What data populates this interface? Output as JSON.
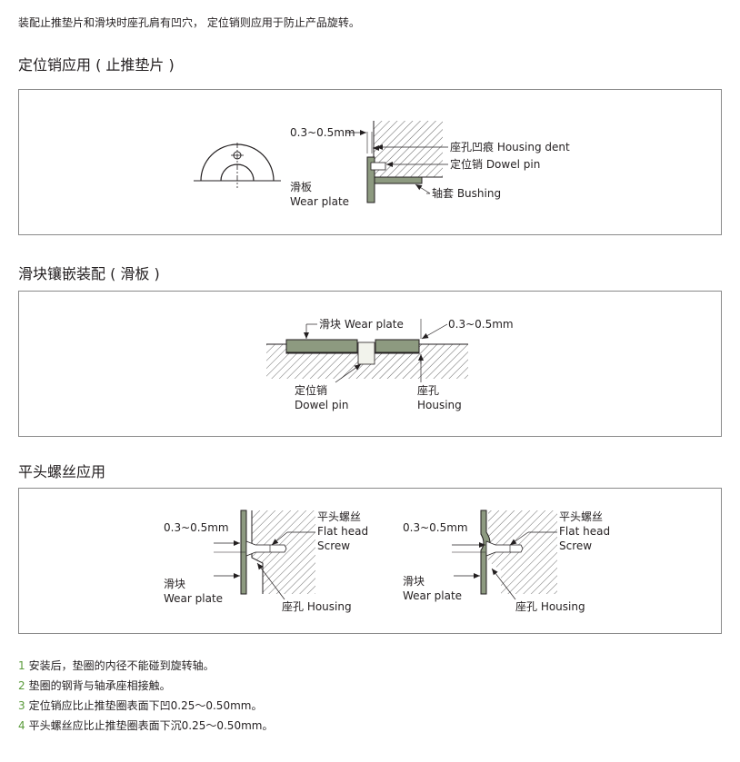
{
  "intro": "装配止推垫片和滑块时座孔肩有凹穴， 定位销则应用于防止产品旋转。",
  "sections": [
    {
      "title": "定位销应用 ( 止推垫片 )",
      "labels": {
        "gap": "0.3~0.5mm",
        "housing_dent": "座孔凹痕 Housing dent",
        "dowel_pin": "定位销 Dowel pin",
        "bushing": "轴套 Bushing",
        "wear_plate_cn": "滑板",
        "wear_plate_en": "Wear plate"
      }
    },
    {
      "title": "滑块镶嵌装配 ( 滑板 )",
      "labels": {
        "wear_plate": "滑块 Wear plate",
        "gap": "0.3~0.5mm",
        "dowel_pin_cn": "定位销",
        "dowel_pin_en": "Dowel pin",
        "housing_cn": "座孔",
        "housing_en": "Housing"
      }
    },
    {
      "title": "平头螺丝应用",
      "left": {
        "gap": "0.3~0.5mm",
        "screw_cn": "平头螺丝",
        "screw_en1": "Flat head",
        "screw_en2": "Screw",
        "wear_plate_cn": "滑块",
        "wear_plate_en": "Wear plate",
        "housing": "座孔 Housing"
      },
      "right": {
        "gap": "0.3~0.5mm",
        "screw_cn": "平头螺丝",
        "screw_en1": "Flat head",
        "screw_en2": "Screw",
        "wear_plate_cn": "滑块",
        "wear_plate_en": "Wear plate",
        "housing": "座孔 Housing"
      }
    }
  ],
  "notes": [
    {
      "num": "1",
      "text": "安装后，垫圈的内径不能碰到旋转轴。"
    },
    {
      "num": "2",
      "text": "垫圈的钢背与轴承座相接触。"
    },
    {
      "num": "3",
      "text": "定位销应比止推垫圈表面下凹0.25～0.50mm。"
    },
    {
      "num": "4",
      "text": "平头螺丝应比止推垫圈表面下沉0.25～0.50mm。"
    }
  ],
  "colors": {
    "plate_fill": "#8d9a80",
    "note_number": "#5a9a3a",
    "border": "#8a8a8a"
  }
}
